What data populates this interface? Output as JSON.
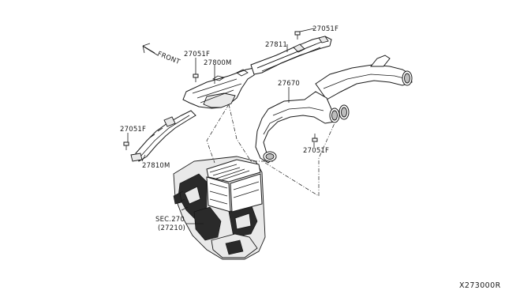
{
  "parts": {
    "bolt_top_right": "27051F",
    "duct_upper_right": "27811",
    "bolt_upper_left": "27051F",
    "duct_center": "27800M",
    "front_indicator": "FRONT",
    "duct_right": "27670",
    "bolt_left": "27051F",
    "duct_lower_left": "27810M",
    "bolt_right": "27051F",
    "heater_unit_sec": "SEC.270",
    "heater_unit_ref": "(27210)"
  },
  "diagram_id": "X273000R"
}
